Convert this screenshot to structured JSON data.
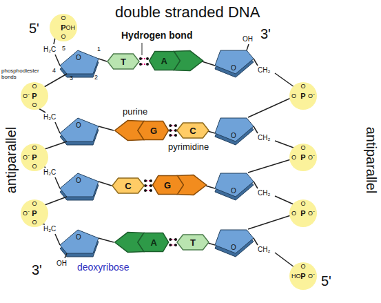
{
  "diagram": {
    "title": "double stranded DNA",
    "nodes": [
      {
        "text": [
          "O",
          "P",
          "OH",
          "O"
        ]
      },
      {
        "text": [
          "T"
        ]
      },
      {
        "text": [
          "A"
        ]
      },
      {
        "text": [
          "O",
          "P",
          "O⁻",
          "O"
        ]
      },
      {
        "text": [
          "O",
          "P",
          "O⁻",
          "O"
        ]
      },
      {
        "text": [
          "G"
        ]
      },
      {
        "text": [
          "C"
        ]
      },
      {
        "text": [
          "O",
          "P",
          "O⁻",
          "O"
        ]
      },
      {
        "text": [
          "O",
          "P",
          "O⁻",
          "O"
        ]
      },
      {
        "text": [
          "C"
        ]
      },
      {
        "text": [
          "G"
        ]
      },
      {
        "text": [
          "O",
          "P",
          "O⁻",
          "O"
        ]
      },
      {
        "text": [
          "O",
          "P",
          "O⁻",
          "O"
        ]
      },
      {
        "text": [
          "A"
        ]
      },
      {
        "text": [
          "T"
        ]
      },
      {
        "text": [
          "O",
          "P",
          "O⁻",
          "HO"
        ]
      }
    ],
    "edges": [
      {
        "from": 1,
        "to": 2,
        "arrow": "none"
      },
      {
        "from": 5,
        "to": 6,
        "arrow": "none"
      },
      {
        "from": 9,
        "to": 10,
        "arrow": "none"
      },
      {
        "from": 13,
        "to": 14,
        "arrow": "none"
      }
    ],
    "labels": [
      "5'",
      "Hydrogen bond",
      "phosphodiester bonds",
      "5",
      "4",
      "3",
      "2",
      "1",
      "H₂C",
      "H₂C",
      "H₂C",
      "H₂C",
      "O",
      "O",
      "O",
      "O",
      "CH₂",
      "CH₂",
      "CH₂",
      "CH₂",
      "O",
      "O",
      "O",
      "O",
      "OH",
      "3'",
      "purine",
      "pyrimidine",
      "antiparallel",
      "antiparallel",
      "OH",
      "3'",
      "deoxyribose",
      "5'"
    ]
  }
}
